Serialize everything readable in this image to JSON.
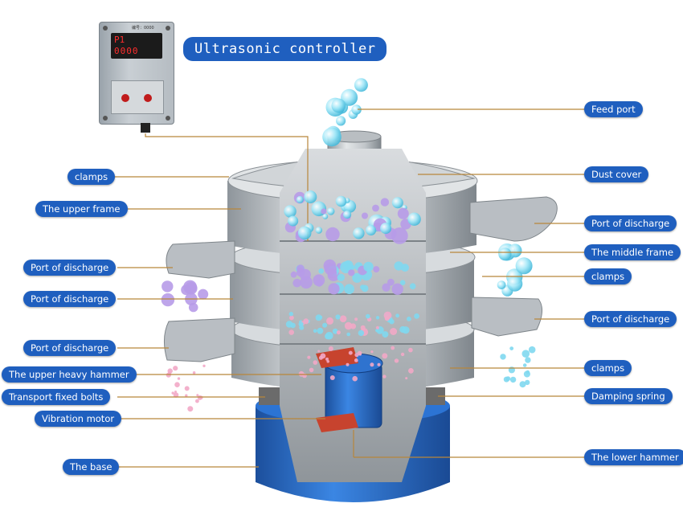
{
  "controller": {
    "title": "Ultrasonic controller",
    "model_text": "编号：0000",
    "display_code": "P1",
    "display_digits": "0000"
  },
  "labels": {
    "feed_port": "Feed port",
    "dust_cover": "Dust cover",
    "clamps_top": "clamps",
    "upper_frame": "The upper frame",
    "port_discharge_right_1": "Port of discharge",
    "middle_frame": "The middle frame",
    "port_discharge_left_1": "Port of discharge",
    "clamps_right_1": "clamps",
    "port_discharge_left_2": "Port of discharge",
    "port_discharge_right_2": "Port of discharge",
    "port_discharge_left_3": "Port of discharge",
    "upper_heavy_hammer": "The upper heavy hammer",
    "clamps_right_2": "clamps",
    "transport_fixed_bolts": "Transport fixed bolts",
    "damping_spring": "Damping spring",
    "vibration_motor": "Vibration motor",
    "the_base": "The base",
    "lower_hammer": "The lower hammer"
  },
  "colors": {
    "label_bg": "#1f5fbf",
    "leader_line": "#b8863b",
    "base_blue": "#2a6fd0",
    "steel": "#c3c8cc",
    "particle_cyan": "#7fd8f0",
    "particle_violet": "#b79be8",
    "particle_pink": "#f2a9c6"
  }
}
